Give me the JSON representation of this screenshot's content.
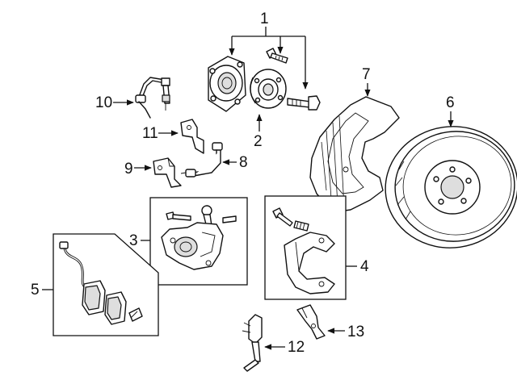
{
  "callouts": {
    "c1": "1",
    "c2": "2",
    "c3": "3",
    "c4": "4",
    "c5": "5",
    "c6": "6",
    "c7": "7",
    "c8": "8",
    "c9": "9",
    "c10": "10",
    "c11": "11",
    "c12": "12",
    "c13": "13"
  },
  "colors": {
    "line": "#111111",
    "background": "#ffffff",
    "shade": "#dedede"
  }
}
